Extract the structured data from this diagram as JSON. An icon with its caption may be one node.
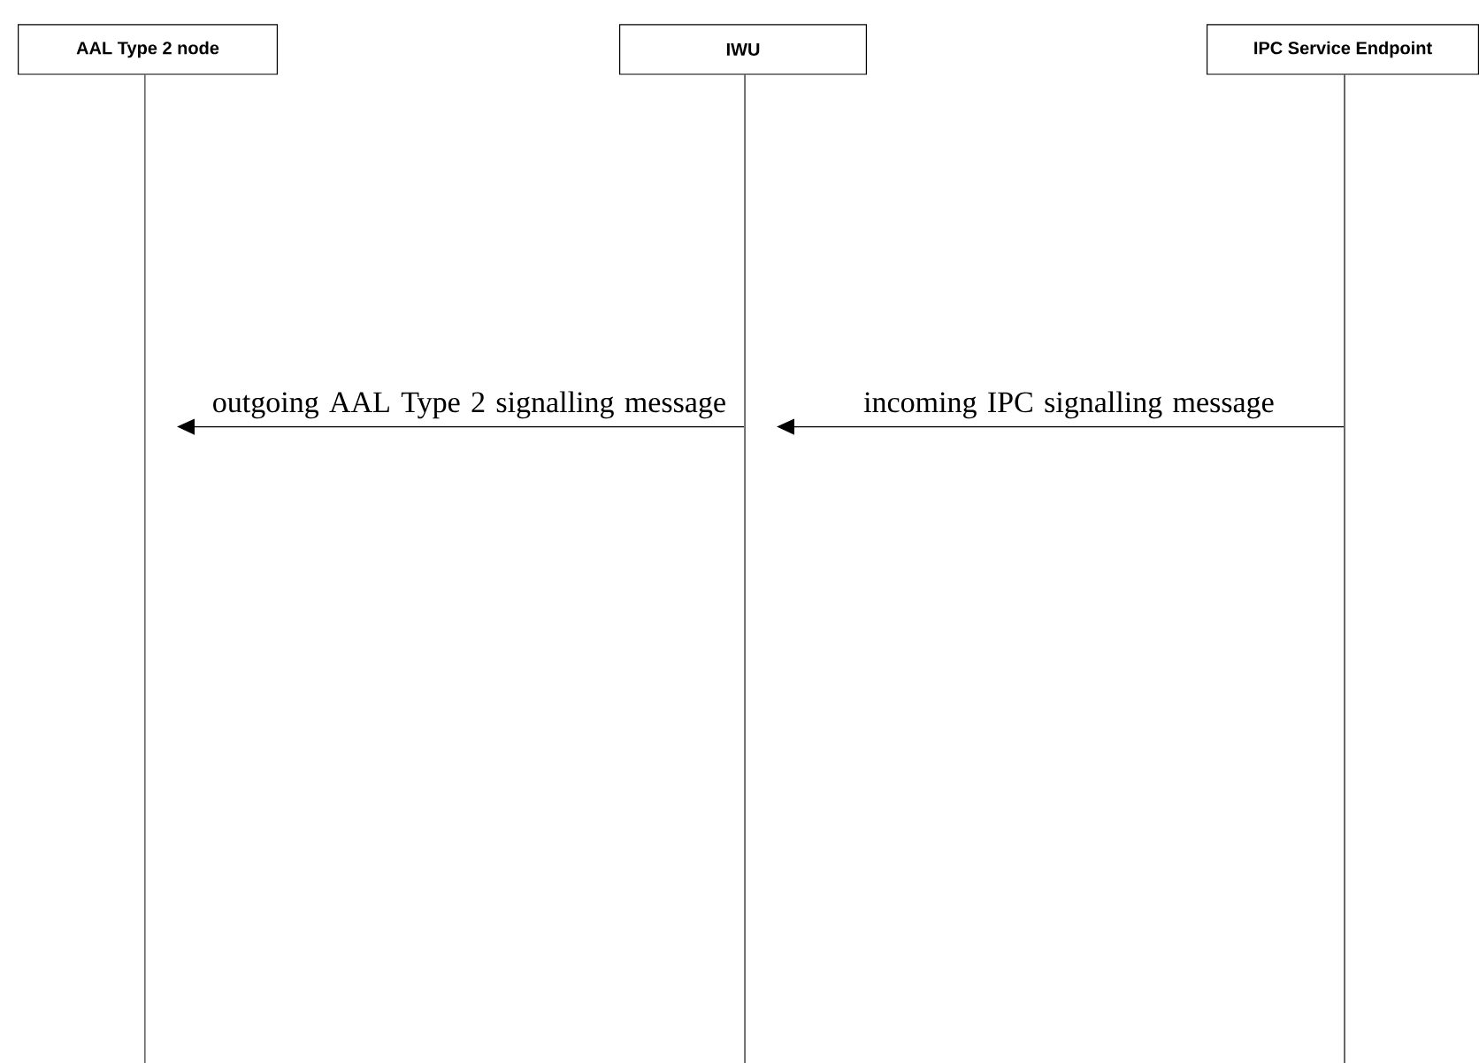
{
  "diagram": {
    "nodes": [
      {
        "text": [
          "AAL Type 2 node"
        ]
      },
      {
        "text": [
          "IWU"
        ]
      },
      {
        "text": [
          "IPC Service Endpoint"
        ]
      }
    ],
    "edges": [
      {
        "from": 1,
        "to": 0,
        "arrow": "to",
        "label": "outgoing AAL Type 2 signalling message"
      },
      {
        "from": 2,
        "to": 1,
        "arrow": "to",
        "label": "incoming IPC signalling message"
      }
    ]
  }
}
